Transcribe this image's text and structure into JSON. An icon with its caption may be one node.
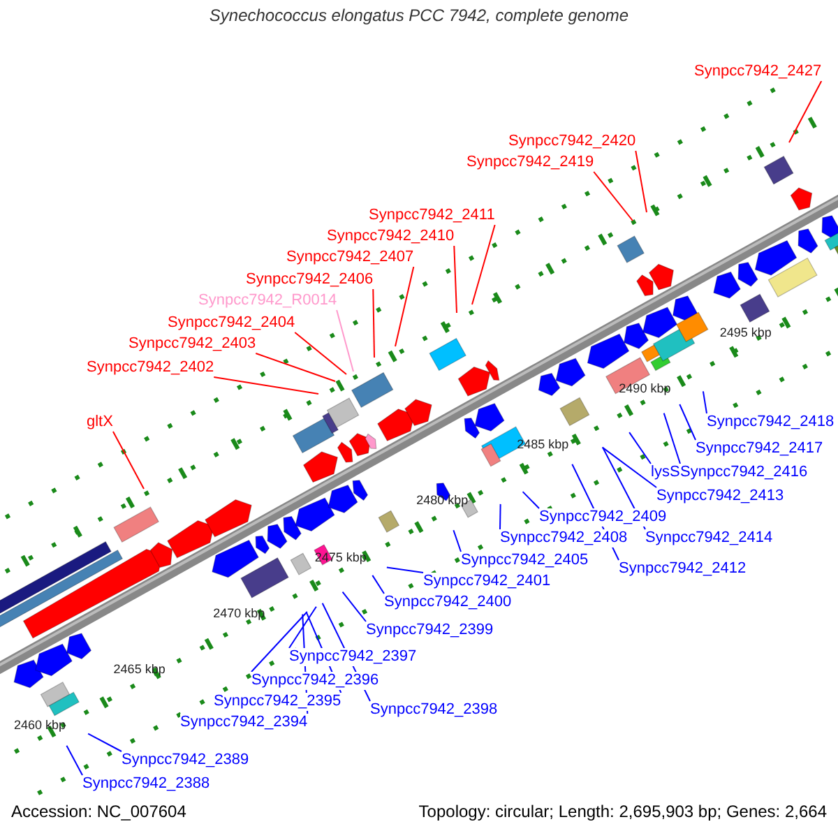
{
  "diagram": {
    "title": "Synechococcus elongatus PCC 7942, complete genome",
    "nodes": [
      {
        "text": [
          "Synpcc7942_2427"
        ]
      },
      {
        "text": [
          "Synpcc7942_2420"
        ]
      },
      {
        "text": [
          "Synpcc7942_2419"
        ]
      },
      {
        "text": [
          "Synpcc7942_2411"
        ]
      },
      {
        "text": [
          "Synpcc7942_2410"
        ]
      },
      {
        "text": [
          "Synpcc7942_2407"
        ]
      },
      {
        "text": [
          "Synpcc7942_2406"
        ]
      },
      {
        "text": [
          "Synpcc7942_R0014"
        ]
      },
      {
        "text": [
          "Synpcc7942_2404"
        ]
      },
      {
        "text": [
          "Synpcc7942_2403"
        ]
      },
      {
        "text": [
          "Synpcc7942_2402"
        ]
      },
      {
        "text": [
          "gltX"
        ]
      },
      {
        "text": [
          "Synpcc7942_2418"
        ]
      },
      {
        "text": [
          "Synpcc7942_2417"
        ]
      },
      {
        "text": [
          "Synpcc7942_2416"
        ]
      },
      {
        "text": [
          "lysS"
        ]
      },
      {
        "text": [
          "Synpcc7942_2413"
        ]
      },
      {
        "text": [
          "Synpcc7942_2409"
        ]
      },
      {
        "text": [
          "Synpcc7942_2414"
        ]
      },
      {
        "text": [
          "Synpcc7942_2408"
        ]
      },
      {
        "text": [
          "Synpcc7942_2412"
        ]
      },
      {
        "text": [
          "Synpcc7942_2405"
        ]
      },
      {
        "text": [
          "Synpcc7942_2401"
        ]
      },
      {
        "text": [
          "Synpcc7942_2400"
        ]
      },
      {
        "text": [
          "Synpcc7942_2399"
        ]
      },
      {
        "text": [
          "Synpcc7942_2397"
        ]
      },
      {
        "text": [
          "Synpcc7942_2396"
        ]
      },
      {
        "text": [
          "Synpcc7942_2398"
        ]
      },
      {
        "text": [
          "Synpcc7942_2395"
        ]
      },
      {
        "text": [
          "Synpcc7942_2394"
        ]
      },
      {
        "text": [
          "Synpcc7942_2389"
        ]
      },
      {
        "text": [
          "Synpcc7942_2388"
        ]
      }
    ],
    "edges": [
      {
        "from": 0,
        "to": null,
        "arrow": "none",
        "color": "#ff0000"
      },
      {
        "from": 1,
        "to": null,
        "arrow": "none",
        "color": "#ff0000"
      },
      {
        "from": 2,
        "to": null,
        "arrow": "none",
        "color": "#ff0000"
      },
      {
        "from": 3,
        "to": null,
        "arrow": "none",
        "color": "#ff0000"
      },
      {
        "from": 4,
        "to": null,
        "arrow": "none",
        "color": "#ff0000"
      },
      {
        "from": 5,
        "to": null,
        "arrow": "none",
        "color": "#ff0000"
      },
      {
        "from": 6,
        "to": null,
        "arrow": "none",
        "color": "#ff0000"
      },
      {
        "from": 7,
        "to": null,
        "arrow": "none",
        "color": "#ff99cc"
      },
      {
        "from": 8,
        "to": null,
        "arrow": "none",
        "color": "#ff0000"
      },
      {
        "from": 9,
        "to": null,
        "arrow": "none",
        "color": "#ff0000"
      },
      {
        "from": 10,
        "to": null,
        "arrow": "none",
        "color": "#ff0000"
      },
      {
        "from": 11,
        "to": null,
        "arrow": "none",
        "color": "#ff0000"
      },
      {
        "from": 12,
        "to": null,
        "arrow": "none"
      },
      {
        "from": 13,
        "to": null,
        "arrow": "none"
      },
      {
        "from": 14,
        "to": null,
        "arrow": "none"
      },
      {
        "from": 15,
        "to": null,
        "arrow": "none"
      },
      {
        "from": 16,
        "to": null,
        "arrow": "none"
      },
      {
        "from": 17,
        "to": null,
        "arrow": "none"
      },
      {
        "from": 18,
        "to": null,
        "arrow": "none"
      },
      {
        "from": 19,
        "to": null,
        "arrow": "none"
      },
      {
        "from": 20,
        "to": null,
        "arrow": "none"
      },
      {
        "from": 21,
        "to": null,
        "arrow": "none"
      },
      {
        "from": 22,
        "to": null,
        "arrow": "none"
      },
      {
        "from": 23,
        "to": null,
        "arrow": "none"
      },
      {
        "from": 24,
        "to": null,
        "arrow": "none"
      },
      {
        "from": 25,
        "to": null,
        "arrow": "none"
      },
      {
        "from": 26,
        "to": null,
        "arrow": "none"
      },
      {
        "from": 27,
        "to": null,
        "arrow": "none"
      },
      {
        "from": 28,
        "to": null,
        "arrow": "none"
      },
      {
        "from": 29,
        "to": null,
        "arrow": "none"
      },
      {
        "from": 30,
        "to": null,
        "arrow": "none"
      },
      {
        "from": 31,
        "to": null,
        "arrow": "none"
      }
    ],
    "labels": [
      "2495 kbp",
      "2490 kbp",
      "2485 kbp",
      "2480 kbp",
      "2475 kbp",
      "2470 kbp",
      "2465 kbp",
      "2460 kbp",
      "Accession: NC_007604",
      "Topology: circular; Length: 2,695,903 bp; Genes: 2,664"
    ]
  }
}
